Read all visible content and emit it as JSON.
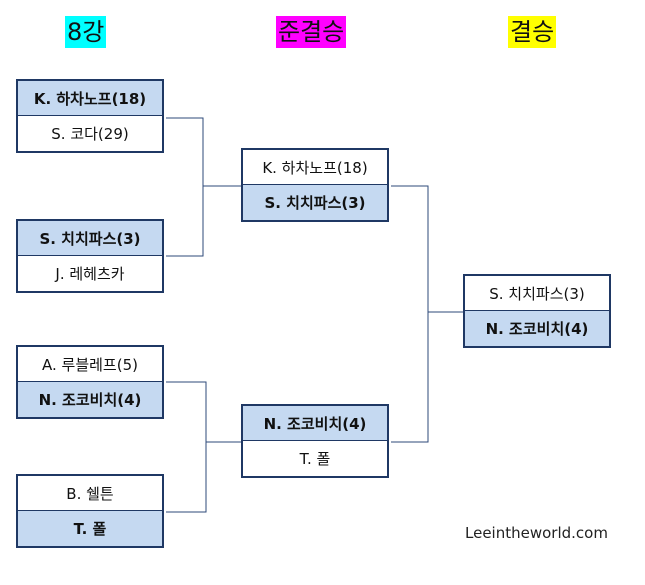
{
  "headers": {
    "qf": "8강",
    "sf": "준결승",
    "final": "결승"
  },
  "colors": {
    "qf_bg": "#00ffff",
    "sf_bg": "#ff00ff",
    "final_bg": "#ffff00",
    "winner_fill": "#c5d9f1",
    "border": "#1f3864",
    "connector": "#2e4a7a"
  },
  "rounds": {
    "qf": [
      {
        "top": {
          "name": "K. 하차노프(18)",
          "winner": true
        },
        "bottom": {
          "name": "S. 코다(29)",
          "winner": false
        }
      },
      {
        "top": {
          "name": "S. 치치파스(3)",
          "winner": true
        },
        "bottom": {
          "name": "J. 레헤츠카",
          "winner": false
        }
      },
      {
        "top": {
          "name": "A. 루블레프(5)",
          "winner": false
        },
        "bottom": {
          "name": "N. 조코비치(4)",
          "winner": true
        }
      },
      {
        "top": {
          "name": "B. 쉘튼",
          "winner": false
        },
        "bottom": {
          "name": "T. 폴",
          "winner": true
        }
      }
    ],
    "sf": [
      {
        "top": {
          "name": "K. 하차노프(18)",
          "winner": false
        },
        "bottom": {
          "name": "S. 치치파스(3)",
          "winner": true
        }
      },
      {
        "top": {
          "name": "N. 조코비치(4)",
          "winner": true
        },
        "bottom": {
          "name": "T. 폴",
          "winner": false
        }
      }
    ],
    "final": [
      {
        "top": {
          "name": "S. 치치파스(3)",
          "winner": false
        },
        "bottom": {
          "name": "N. 조코비치(4)",
          "winner": true
        }
      }
    ]
  },
  "watermark": "Leeintheworld.com"
}
